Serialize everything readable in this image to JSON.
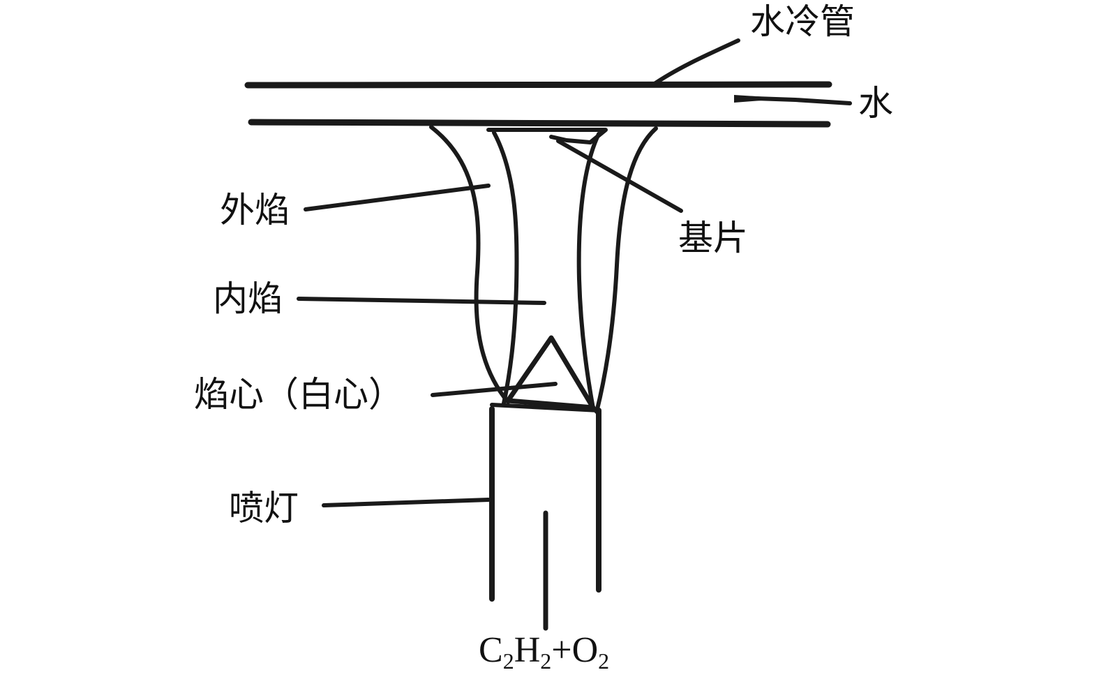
{
  "labels": {
    "water_cooled_tube": "水冷管",
    "water": "水",
    "outer_flame": "外焰",
    "substrate": "基片",
    "inner_flame": "内焰",
    "flame_core": "焰心（白心）",
    "torch": "喷灯"
  },
  "gas_formula": {
    "c": "C",
    "sub1": "2",
    "h": "H",
    "sub2": "2",
    "plus_o": "+O",
    "sub3": "2"
  },
  "colors": {
    "line": "#1a1a1a",
    "text": "#111111",
    "background": "#ffffff"
  }
}
